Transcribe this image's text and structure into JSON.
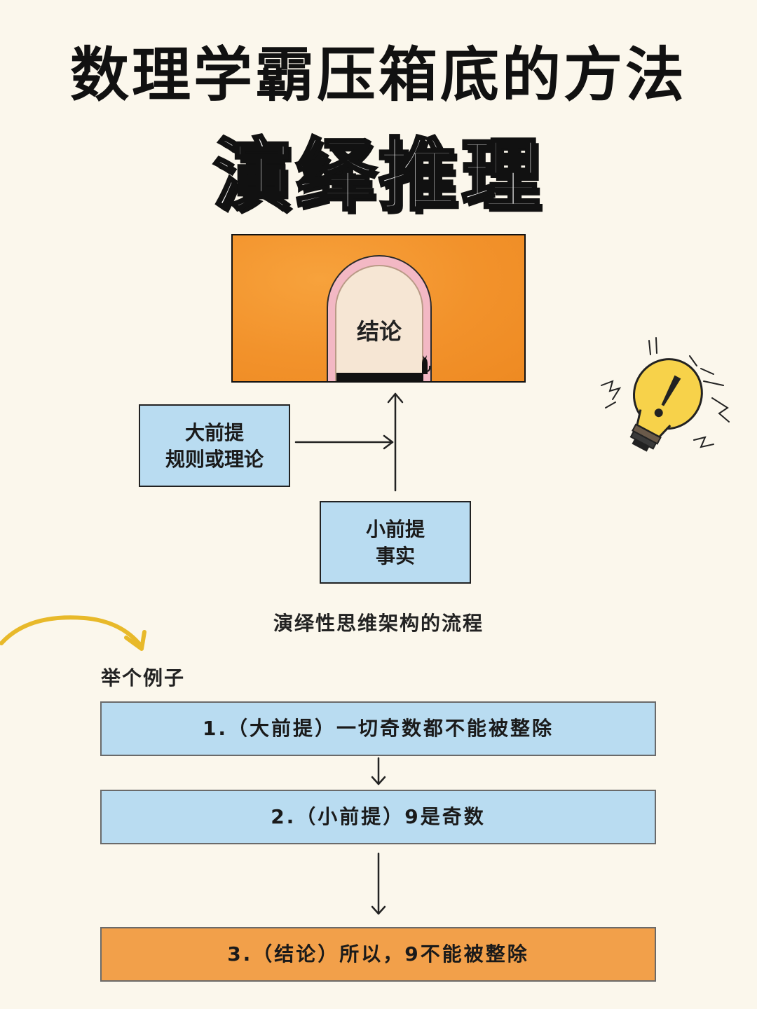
{
  "header": {
    "title": "数理学霸压箱底的方法",
    "subtitle": "演绎推理"
  },
  "diagram": {
    "conclusion_label": "结论",
    "major_premise": {
      "title": "大前提",
      "detail": "规则或理论"
    },
    "minor_premise": {
      "title": "小前提",
      "detail": "事实"
    },
    "caption": "演绎性思维架构的流程"
  },
  "example": {
    "label": "举个例子",
    "steps": [
      {
        "text": "1.（大前提）一切奇数都不能被整除",
        "color": "#b9dcf1"
      },
      {
        "text": "2.（小前提）9是奇数",
        "color": "#b9dcf1"
      },
      {
        "text": "3.（结论）所以，9不能被整除",
        "color": "#f2a04a"
      }
    ]
  },
  "icons": [
    "lightbulb-icon",
    "curved-arrow-icon",
    "cat-icon"
  ],
  "colors": {
    "background": "#fbf7ec",
    "panel_orange": "#f2922b",
    "box_blue": "#b9dcf1",
    "bulb_yellow": "#f7d24a"
  }
}
